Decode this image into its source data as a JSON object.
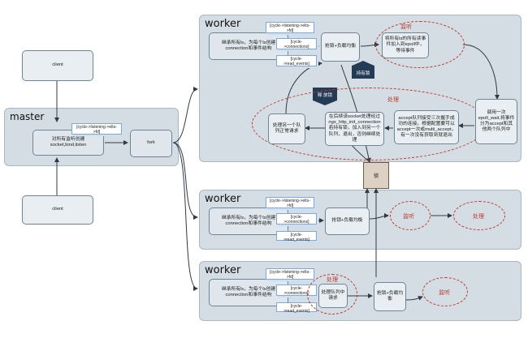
{
  "client_top": "client",
  "client_bottom": "client",
  "master": {
    "title": "master",
    "init": "对所有监听创建socket,bind,listen",
    "note": "[cycle->listening->elts->fd]",
    "fork": "fork"
  },
  "worker1": {
    "title": "worker",
    "inherit": "继承所有ls，为每个ls创建connection和事件结构",
    "note_listen": "[cycle->listening->elts->fd]",
    "note_conn": "[cycle->connections]",
    "note_read": "[cycle->read_events]",
    "lock_balance": "抢锁+负载均衡",
    "add_epoll": "将所有ls的所有读事件加入到epoll中，等待事件",
    "listen_label": "监听",
    "hold_lock": "持有锁",
    "release_lock": "释 放锁",
    "process_label": "处理",
    "handle_queue": "处理另一个队列正常请求",
    "release_detail": "在后续该socket处理经过ngx_http_init_connection若持有锁，加入到另一个队列，退出，否则继续处理",
    "accept_queue": "accept队列接受三次握手成功的连接，根据配置要可以accept一次或multi_accept，有一次没有获取到就退出",
    "epoll_wait": "调用一次epoll_wait,将事件分为accept和其他两个队列中"
  },
  "lock": "锁",
  "worker2": {
    "title": "worker",
    "inherit": "继承所有ls，为每个ls创建connection和事件结构",
    "note_listen": "[cycle->listening->elts->fd]",
    "note_conn": "[cycle->connections]",
    "note_read": "[cycle->read_events]",
    "lock_balance": "抢锁+负载均衡",
    "listen_label": "监听",
    "process_label": "处理"
  },
  "worker3": {
    "title": "worker",
    "inherit": "继承所有ls，为每个ls创建connection和事件结构",
    "note_listen": "[cycle->listening->elts->fd]",
    "note_conn": "[cycle->connections]",
    "note_read": "[cycle->read_events]",
    "process_label": "处理",
    "handle_queue": "处理队列中请求",
    "lock_balance": "抢锁+负载均衡",
    "listen_label": "监听"
  }
}
